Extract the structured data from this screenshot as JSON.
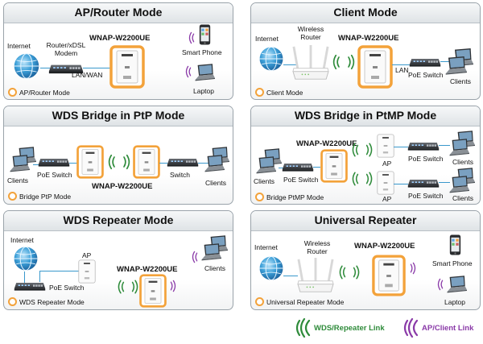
{
  "panels": {
    "ap_router": {
      "title": "AP/Router Mode",
      "device": "WNAP-W2200UE",
      "internet": "Internet",
      "modem": "Router/xDSL\nModem",
      "lanwan": "LAN/WAN",
      "smartphone": "Smart Phone",
      "laptop": "Laptop",
      "tag": "AP/Router Mode"
    },
    "client": {
      "title": "Client Mode",
      "device": "WNAP-W2200UE",
      "internet": "Internet",
      "router": "Wireless\nRouter",
      "lan": "LAN",
      "poe": "PoE Switch",
      "clients": "Clients",
      "tag": "Client Mode"
    },
    "ptp": {
      "title": "WDS Bridge in PtP Mode",
      "device": "WNAP-W2200UE",
      "clients_left": "Clients",
      "poe": "PoE Switch",
      "switch": "Switch",
      "clients_right": "Clients",
      "tag": "Bridge PtP Mode"
    },
    "ptmp": {
      "title": "WDS Bridge in PtMP Mode",
      "device": "WNAP-W2200UE",
      "clients_left": "Clients",
      "poe": "PoE Switch",
      "ap_top": "AP",
      "ap_bottom": "AP",
      "poe_top": "PoE Switch",
      "poe_bottom": "PoE Switch",
      "clients_top": "Clients",
      "clients_bottom": "Clients",
      "tag": "Bridge PtMP Mode"
    },
    "repeater": {
      "title": "WDS Repeater Mode",
      "device": "WNAP-W2200UE",
      "internet": "Internet",
      "ap": "AP",
      "poe": "PoE Switch",
      "clients": "Clients",
      "tag": "WDS Repeater Mode"
    },
    "universal": {
      "title": "Universal Repeater",
      "device": "WNAP-W2200UE",
      "internet": "Internet",
      "router": "Wireless\nRouter",
      "smartphone": "Smart Phone",
      "laptop": "Laptop",
      "tag": "Universal Repeater Mode"
    }
  },
  "legend": {
    "wds_link": "WDS/Repeater Link",
    "ap_link": "AP/Client Link"
  },
  "colors": {
    "wds": "#2e8b3a",
    "ap_client": "#8a3aa8",
    "cable": "#3a98cc",
    "ring": "#f3a23a"
  }
}
